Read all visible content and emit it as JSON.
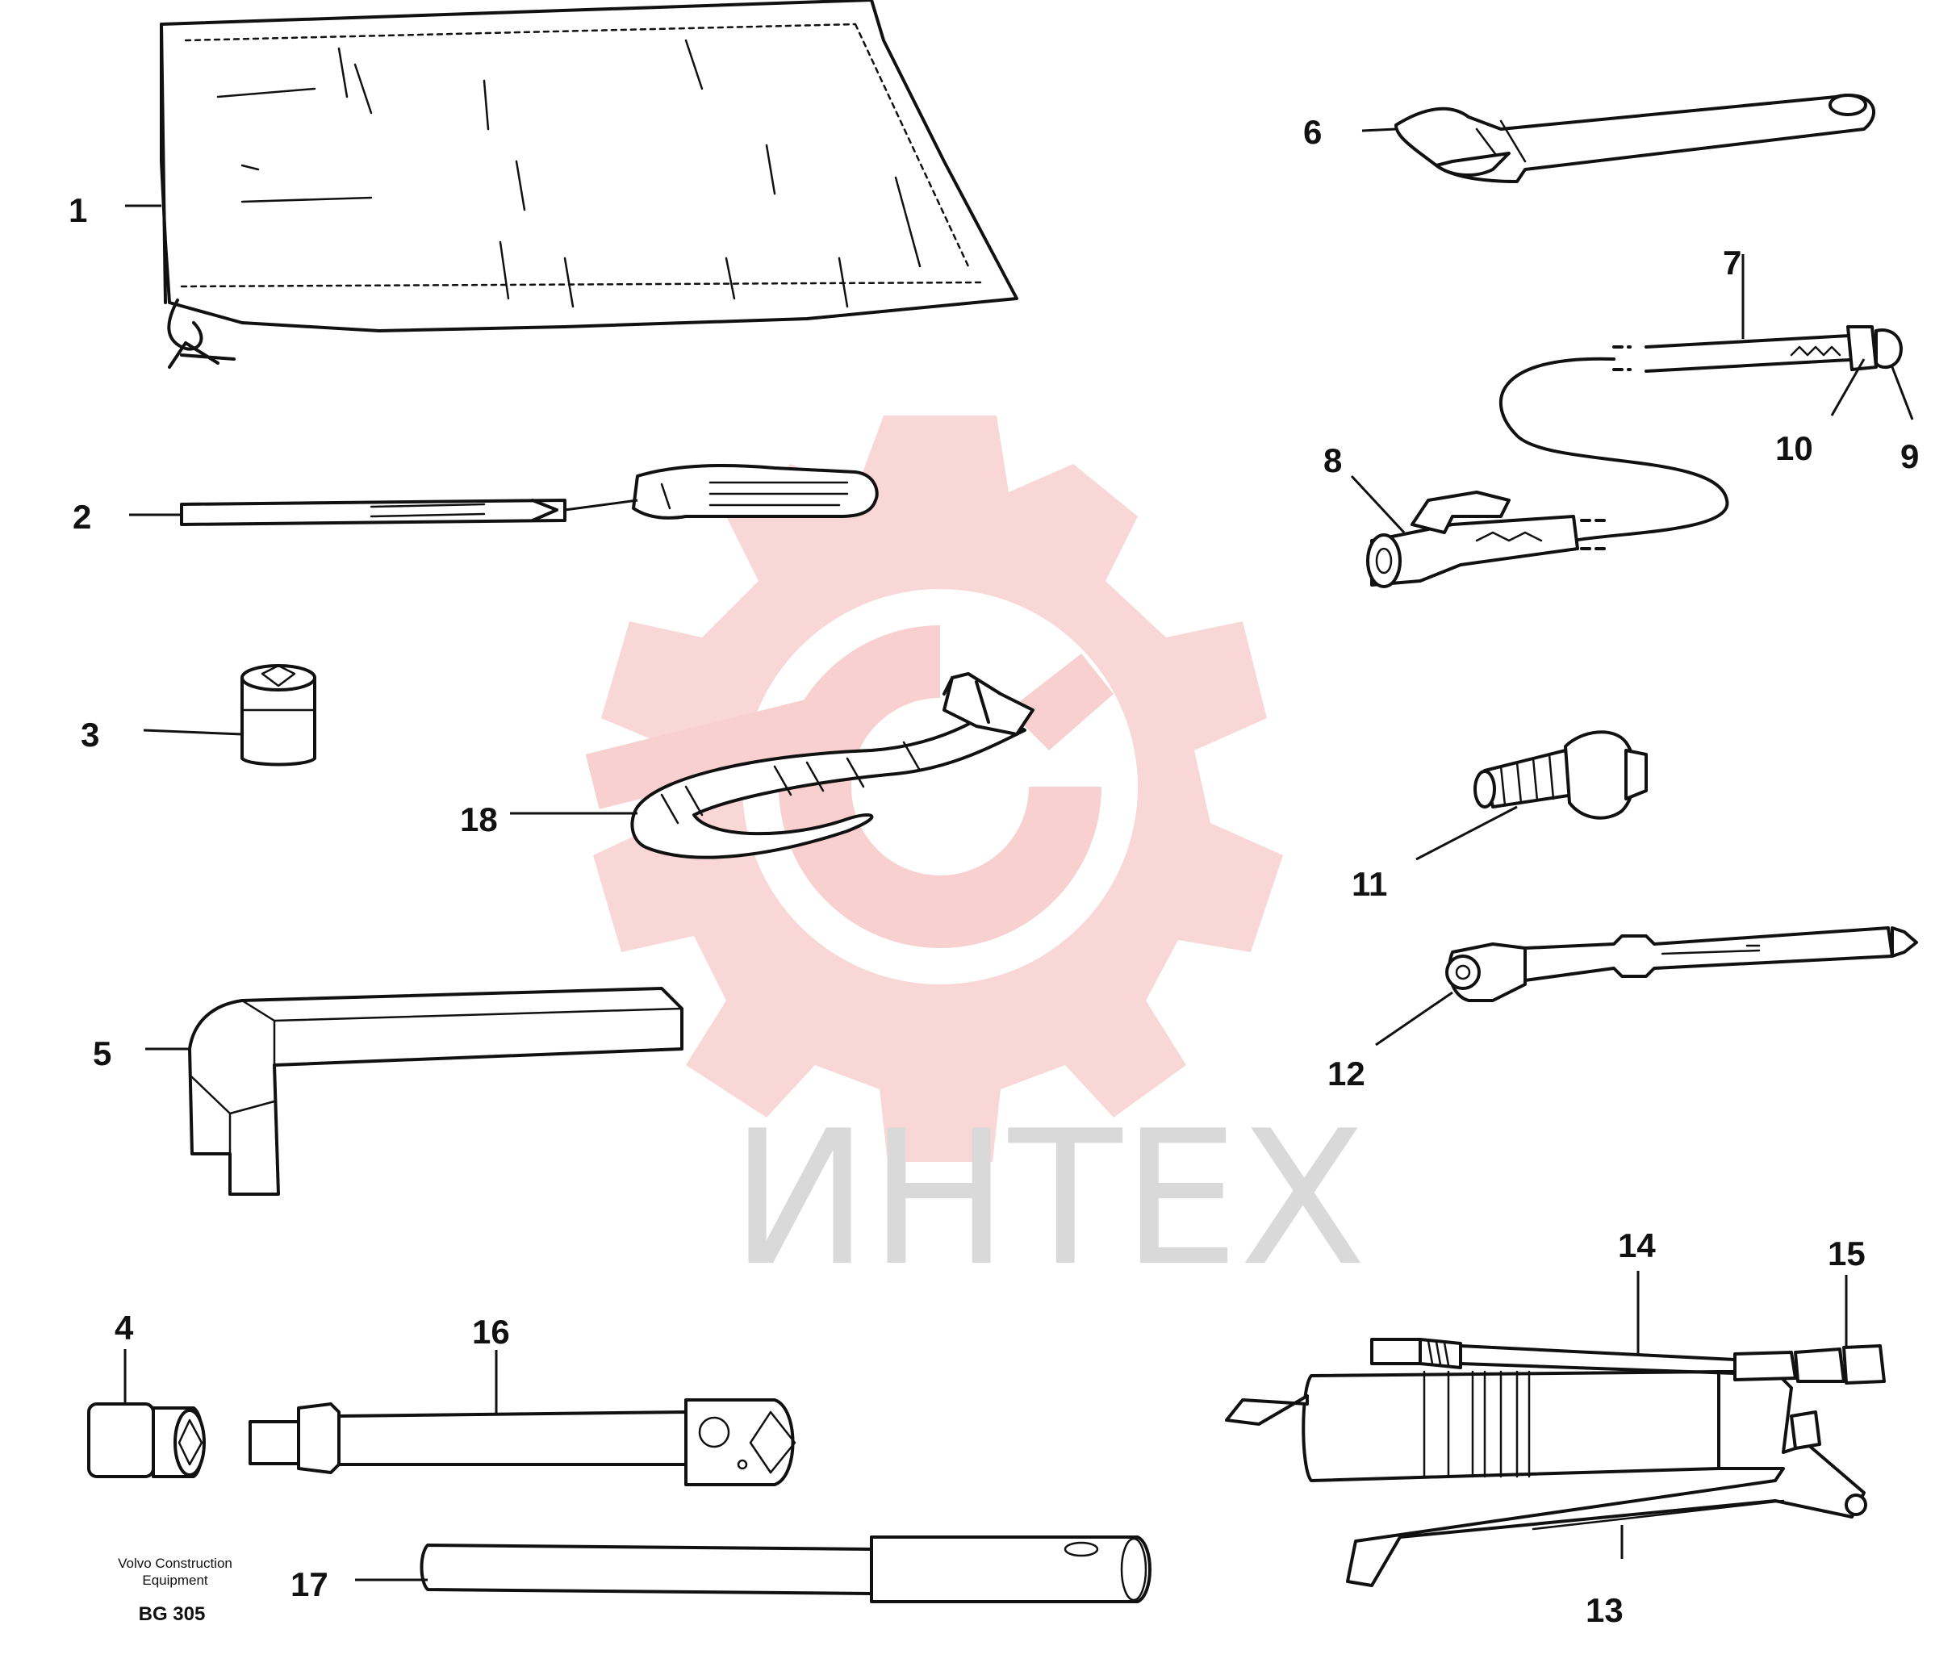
{
  "watermark": {
    "text": "ИНТЕХ",
    "gear_color": "#f7c9c9",
    "text_color": "#d9d9d9"
  },
  "callouts": [
    {
      "id": "1",
      "name": "bag",
      "text": "1"
    },
    {
      "id": "2",
      "name": "screwdriver",
      "text": "2"
    },
    {
      "id": "3",
      "name": "socket-small",
      "text": "3"
    },
    {
      "id": "4",
      "name": "socket",
      "text": "4"
    },
    {
      "id": "5",
      "name": "hex-key",
      "text": "5"
    },
    {
      "id": "6",
      "name": "adjustable-wrench",
      "text": "6"
    },
    {
      "id": "7",
      "name": "air-hose",
      "text": "7"
    },
    {
      "id": "8",
      "name": "air-chuck",
      "text": "8"
    },
    {
      "id": "9",
      "name": "hose-nipple",
      "text": "9"
    },
    {
      "id": "10",
      "name": "hose-clamp",
      "text": "10"
    },
    {
      "id": "11",
      "name": "adapter-nipple",
      "text": "11"
    },
    {
      "id": "12",
      "name": "tyre-gauge",
      "text": "12"
    },
    {
      "id": "13",
      "name": "grease-gun",
      "text": "13"
    },
    {
      "id": "14",
      "name": "grease-hose",
      "text": "14"
    },
    {
      "id": "15",
      "name": "grease-nozzle",
      "text": "15"
    },
    {
      "id": "16",
      "name": "wheel-brace",
      "text": "16"
    },
    {
      "id": "17",
      "name": "tommy-bar",
      "text": "17"
    },
    {
      "id": "18",
      "name": "strap",
      "text": "18"
    }
  ],
  "caption": {
    "line1": "Volvo Construction",
    "line2": "Equipment",
    "code": "BG 305"
  }
}
